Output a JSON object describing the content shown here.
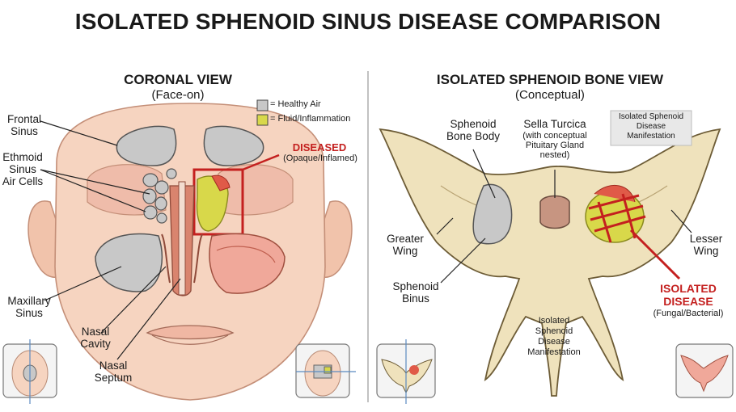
{
  "title": "ISOLATED SPHENOID SINUS DISEASE COMPARISON",
  "left_panel": {
    "title": "CORONAL VIEW",
    "subtitle": "(Face-on)",
    "legend": [
      {
        "label": "= Healthy Air",
        "color": "#c8c8c8"
      },
      {
        "label": "= Fluid/Inflammation",
        "color": "#d8d84a"
      }
    ],
    "diseased_label": "DISEASED",
    "diseased_sub": "(Opaque/Inflamed)",
    "labels": {
      "frontal_1": "Frontal",
      "frontal_2": "Sinus",
      "ethmoid_1": "Ethmoid",
      "ethmoid_2": "Sinus",
      "ethmoid_3": "Air Cells",
      "maxillary_1": "Maxillary",
      "maxillary_2": "Sinus",
      "cavity_1": "Nasal",
      "cavity_2": "Cavity",
      "septum_1": "Nasal",
      "septum_2": "Septum"
    }
  },
  "right_panel": {
    "title": "ISOLATED SPHENOID BONE VIEW",
    "subtitle": "(Conceptual)",
    "note_box": [
      "Isolated Sphenoid",
      "Disease",
      "Manifestation"
    ],
    "labels": {
      "body_1": "Sphenoid",
      "body_2": "Bone Body",
      "sella_1": "Sella Turcica",
      "sella_2": "(with conceptual",
      "sella_3": "Pituitary Gland",
      "sella_4": "nested)",
      "greater_1": "Greater",
      "greater_2": "Wing",
      "lesser_1": "Lesser",
      "lesser_2": "Wing",
      "sinus_1": "Sphenoid",
      "sinus_2": "Binus",
      "manif_1": "Isolated",
      "manif_2": "Sphenoid",
      "manif_3": "Disease",
      "manif_4": "Manifestation",
      "isolated_1": "ISOLATED",
      "isolated_2": "DISEASE",
      "isolated_3": "(Fungal/Bacterial)"
    }
  },
  "colors": {
    "skin": "#f6d4c0",
    "skin_dark": "#e9b59d",
    "healthy_air": "#c8c8c8",
    "fluid": "#d8d84a",
    "disease_red": "#c4201f",
    "bone": "#efe2bc",
    "mucosa": "#f0a89a"
  }
}
